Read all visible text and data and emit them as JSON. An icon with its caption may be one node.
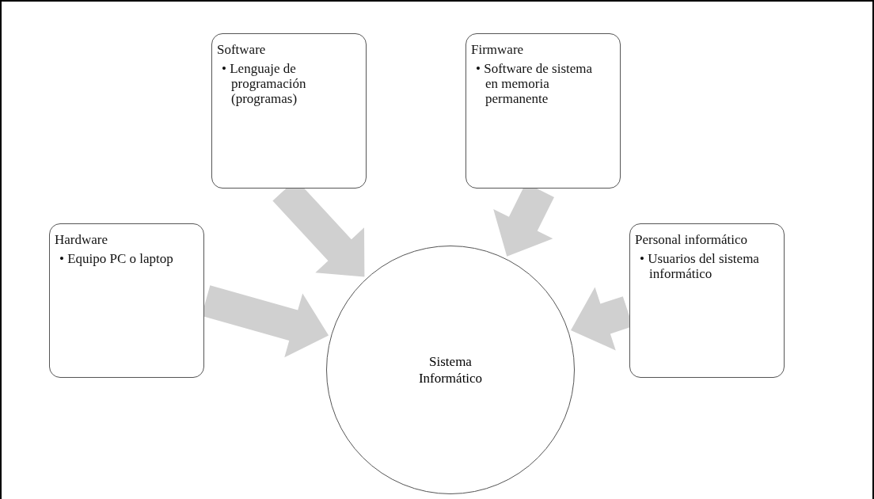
{
  "diagram": {
    "nodes": [
      {
        "text": [
          "Software",
          "• Lenguaje de programación (programas)"
        ]
      },
      {
        "text": [
          "Firmware",
          "• Software de sistema en memoria permanente"
        ]
      },
      {
        "text": [
          "Hardware",
          "• Equipo PC o laptop"
        ]
      },
      {
        "text": [
          "Personal informático",
          "• Usuarios del sistema informático"
        ]
      },
      {
        "text": [
          "Sistema Informático"
        ]
      }
    ],
    "edges": [
      {
        "from": 0,
        "to": 4,
        "arrow": "to",
        "style": "thick",
        "color": "#d0d0d0"
      },
      {
        "from": 1,
        "to": 4,
        "arrow": "to",
        "style": "thick",
        "color": "#d0d0d0"
      },
      {
        "from": 2,
        "to": 4,
        "arrow": "to",
        "style": "thick",
        "color": "#d0d0d0"
      },
      {
        "from": 3,
        "to": 4,
        "arrow": "to",
        "style": "thick",
        "color": "#d0d0d0"
      }
    ]
  }
}
